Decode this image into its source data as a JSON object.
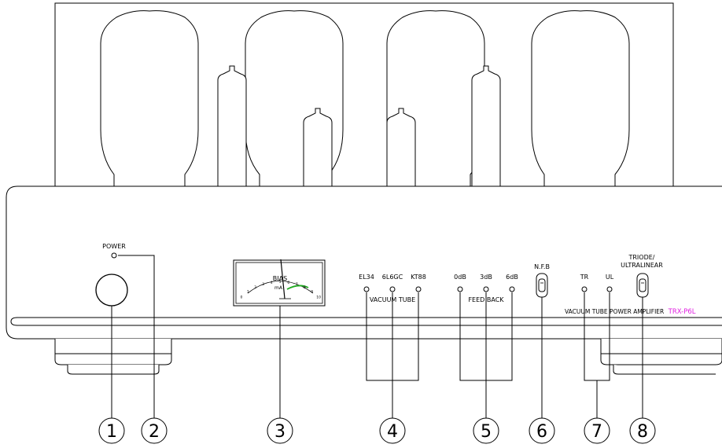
{
  "labels": {
    "power": "POWER",
    "bias": "BIAS",
    "meter_unit": "mA",
    "tube_el34": "EL34",
    "tube_6l6gc": "6L6GC",
    "tube_kt88": "KT88",
    "vacuum_tube": "VACUUM  TUBE",
    "fb_0db": "0dB",
    "fb_3db": "3dB",
    "fb_6db": "6dB",
    "feed_back": "FEED  BACK",
    "nfb": "N.F.B",
    "mode_tr": "TR",
    "mode_ul": "UL",
    "triode_line1": "TRIODE/",
    "triode_line2": "ULTRALINEAR",
    "model_prefix": "VACUUM  TUBE  POWER  AMPLIFIER",
    "model_name": "TRX-P6L"
  },
  "meter_scale": [
    "0",
    "1",
    "2",
    "3",
    "4",
    "5",
    "6",
    "7",
    "8",
    "9",
    "10"
  ],
  "callouts": [
    "1",
    "2",
    "3",
    "4",
    "5",
    "6",
    "7",
    "8"
  ],
  "colors": {
    "line": "#000000",
    "model_name": "#e020e0",
    "meter_green": "#22aa22"
  }
}
